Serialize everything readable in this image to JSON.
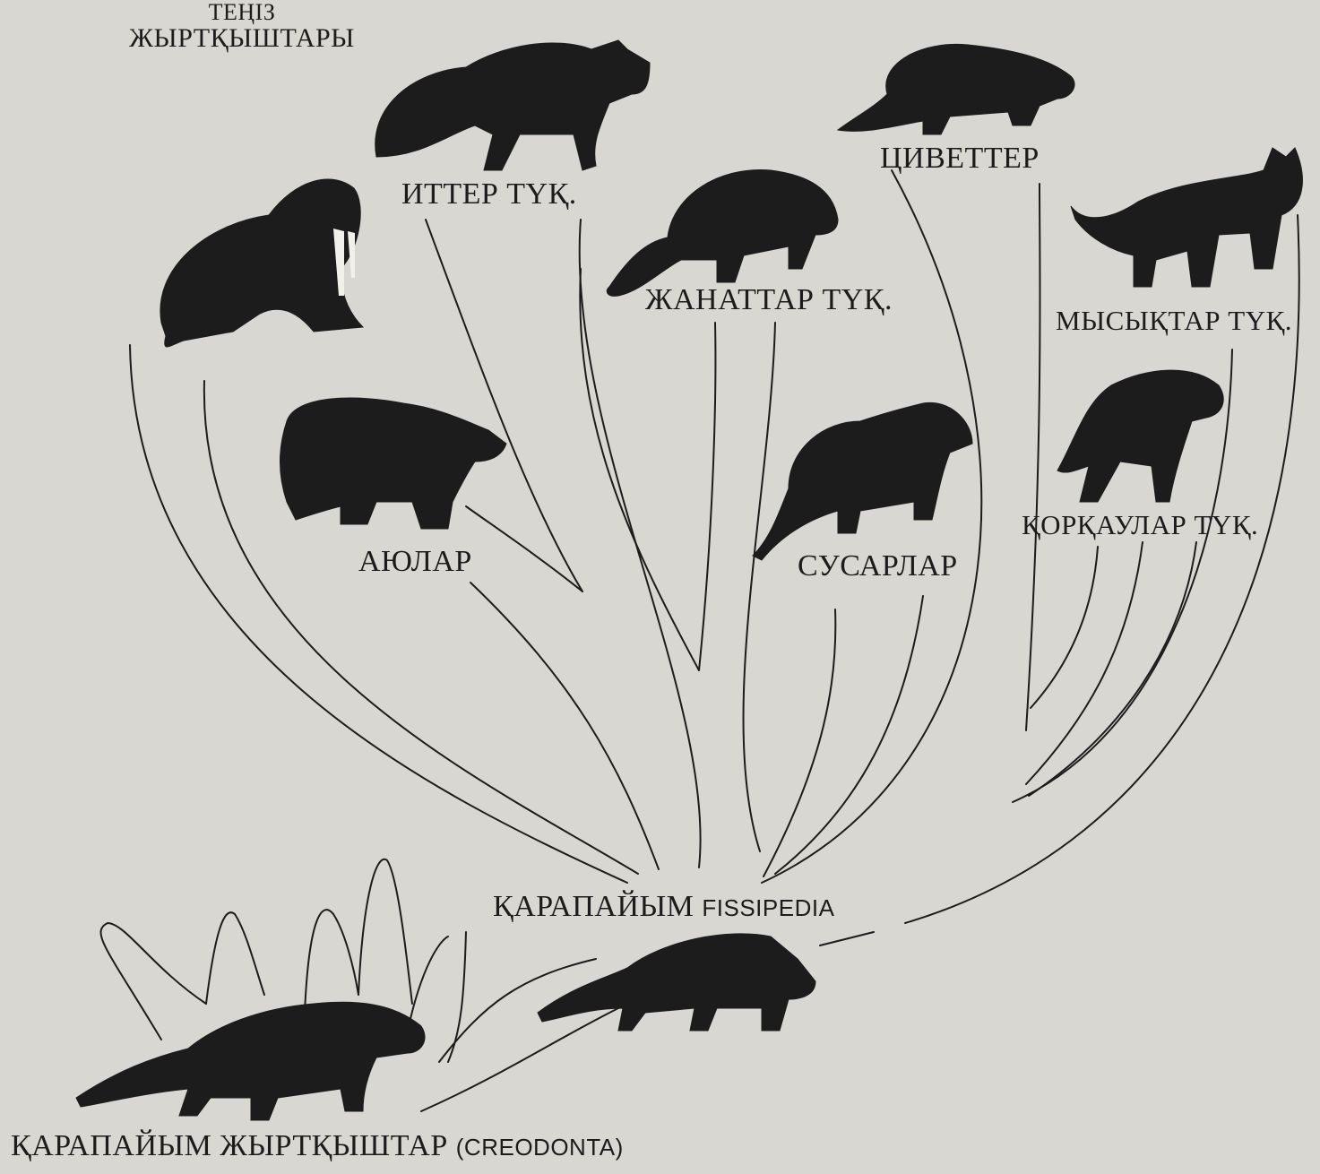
{
  "labels": {
    "pinnipeds_line1": "ТЕҢІЗ",
    "pinnipeds_line2": "ЖЫРТҚЫШТАРЫ",
    "dogs": "ИТТЕР ТҮҚ.",
    "civets": "ЦИВЕТТЕР",
    "raccoons": "ЖАНАТТАР ТҮҚ.",
    "cats": "МЫСЫҚТАР ТҮҚ.",
    "bears": "АЮЛАР",
    "mustelids": "СУСАРЛАР",
    "hyenas": "ҚОРҚАУЛАР ТҮҚ.",
    "fissipedia_main": "ҚАРАПАЙЫМ",
    "fissipedia_latin": "FISSIPEDIA",
    "creodonta_main": "ҚАРАПАЙЫМ ЖЫРТҚЫШТАР",
    "creodonta_latin": "(CREODONTA)"
  },
  "icons": [
    "walrus-icon",
    "fox-icon",
    "civet-icon",
    "raccoon-icon",
    "cat-icon",
    "bear-icon",
    "mustelid-icon",
    "hyena-icon",
    "primitive-fissiped-icon",
    "creodont-icon"
  ],
  "colors": {
    "ink": "#1c1c1c",
    "paper": "#d9d7d2"
  }
}
